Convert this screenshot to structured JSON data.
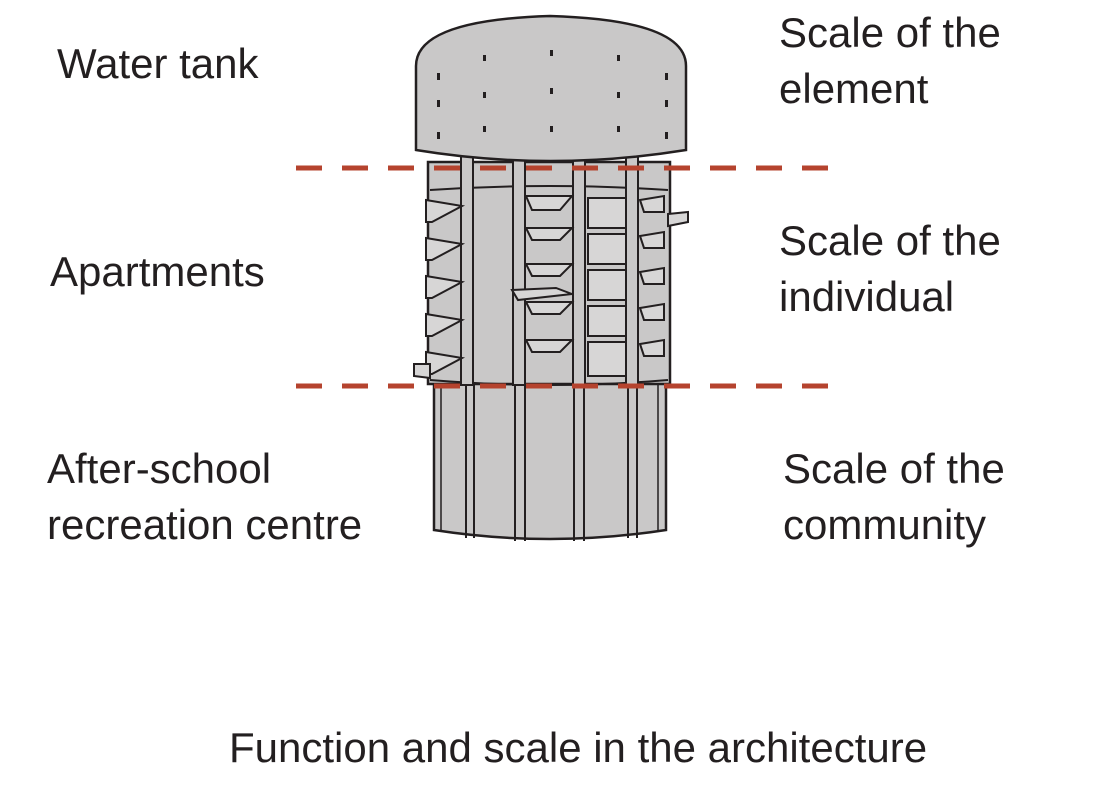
{
  "labels": {
    "function": {
      "water_tank": "Water tank",
      "apartments": "Apartments",
      "after_school_line1": "After-school",
      "after_school_line2": "recreation centre"
    },
    "scale": {
      "element_line1": "Scale of the",
      "element_line2": "element",
      "individual_line1": "Scale of the",
      "individual_line2": "individual",
      "community_line1": "Scale of the",
      "community_line2": "community"
    }
  },
  "caption": "Function and scale in the architecture",
  "colors": {
    "divider": "#b5432e",
    "building_fill": "#c9c8c8",
    "building_stroke": "#231f20",
    "text": "#231f20"
  }
}
